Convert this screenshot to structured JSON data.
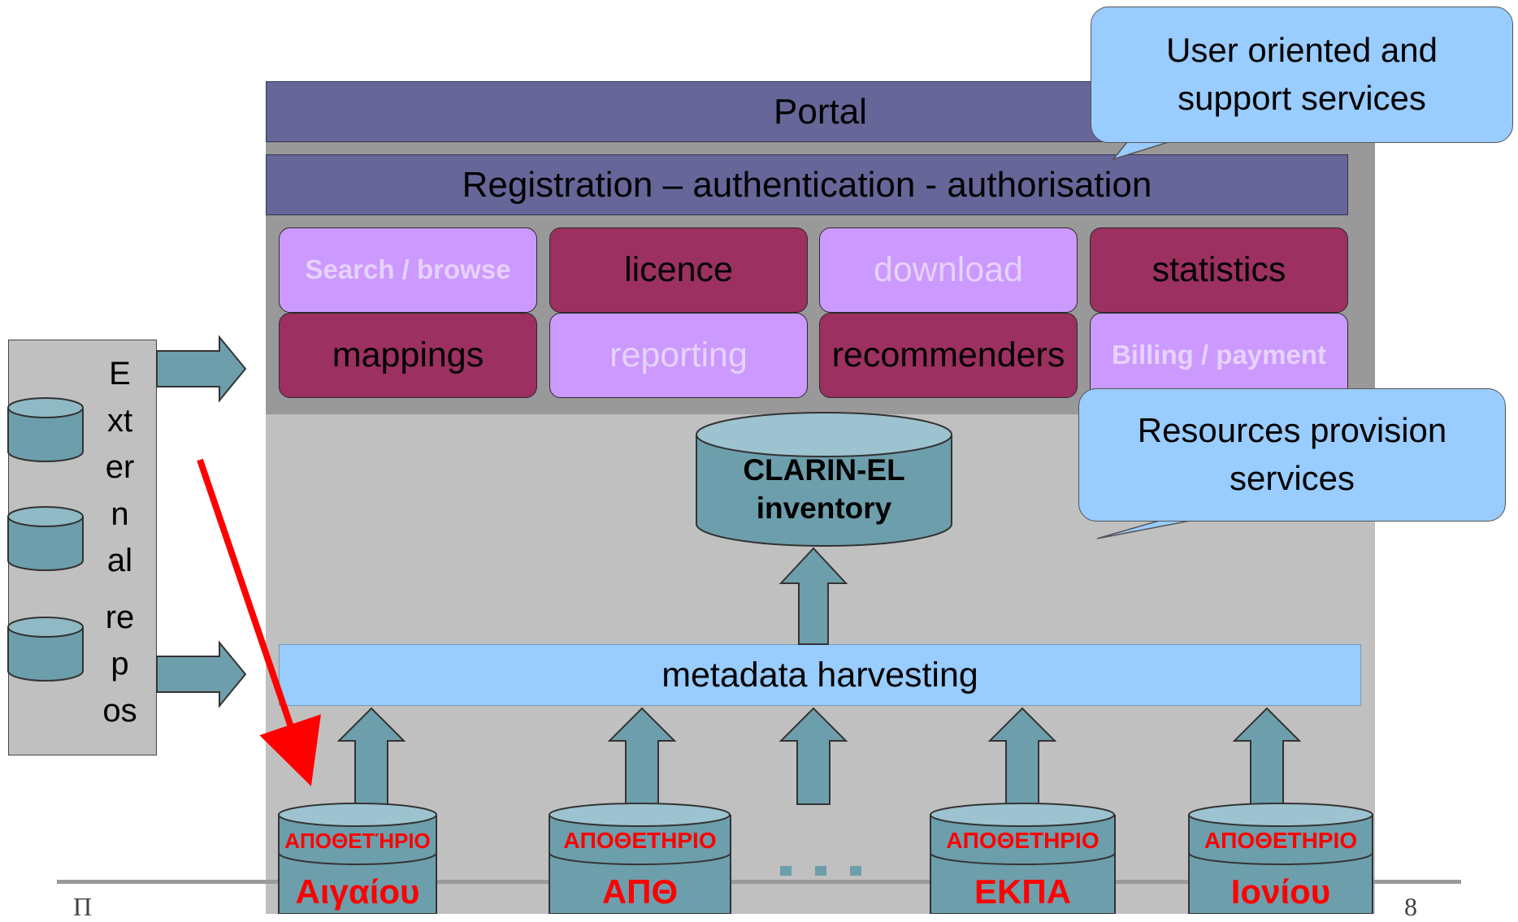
{
  "portal": {
    "label": "Portal"
  },
  "registration": {
    "label": "Registration – authentication - authorisation"
  },
  "services": [
    {
      "label": "Search / browse",
      "style": "lilac"
    },
    {
      "label": "licence",
      "style": "plum"
    },
    {
      "label": "download",
      "style": "lilac"
    },
    {
      "label": "statistics",
      "style": "plum"
    },
    {
      "label": "mappings",
      "style": "plum"
    },
    {
      "label": "reporting",
      "style": "lilac"
    },
    {
      "label": "recommenders",
      "style": "plum"
    },
    {
      "label": "Billing / payment",
      "style": "lilac"
    }
  ],
  "callouts": {
    "user": "User oriented and support services",
    "resources": "Resources provision services"
  },
  "inventory": {
    "line1": "CLARIN-EL",
    "line2": "inventory"
  },
  "harvesting": {
    "label": "metadata harvesting"
  },
  "external": {
    "lines": [
      "E",
      "xt",
      "er",
      "n",
      "al",
      "re",
      "p",
      "os"
    ]
  },
  "repositories": [
    {
      "header": "ΑΠΟΘΕΤΉΡΙΟ",
      "name": "Αιγαίου"
    },
    {
      "header": "ΑΠΟΘΕΤΗΡΙΟ",
      "name": "ΑΠΘ"
    },
    {
      "header": "ΑΠΟΘΕΤΗΡΙΟ",
      "name": "ΕΚΠΑ"
    },
    {
      "header": "ΑΠΟΘΕΤΗΡΙΟ",
      "name": "Ιονίου"
    }
  ],
  "ellipsis": "...",
  "footer": {
    "left": "Π",
    "right": "8"
  },
  "colors": {
    "portal_bar": "#666699",
    "plum": "#9c3060",
    "lilac": "#cc99ff",
    "callout": "#99ccff",
    "cylinder": "#6d9eac",
    "arrow": "#6d9eac",
    "red_arrow": "#ff0000",
    "harvest_bar": "#99ccff"
  }
}
